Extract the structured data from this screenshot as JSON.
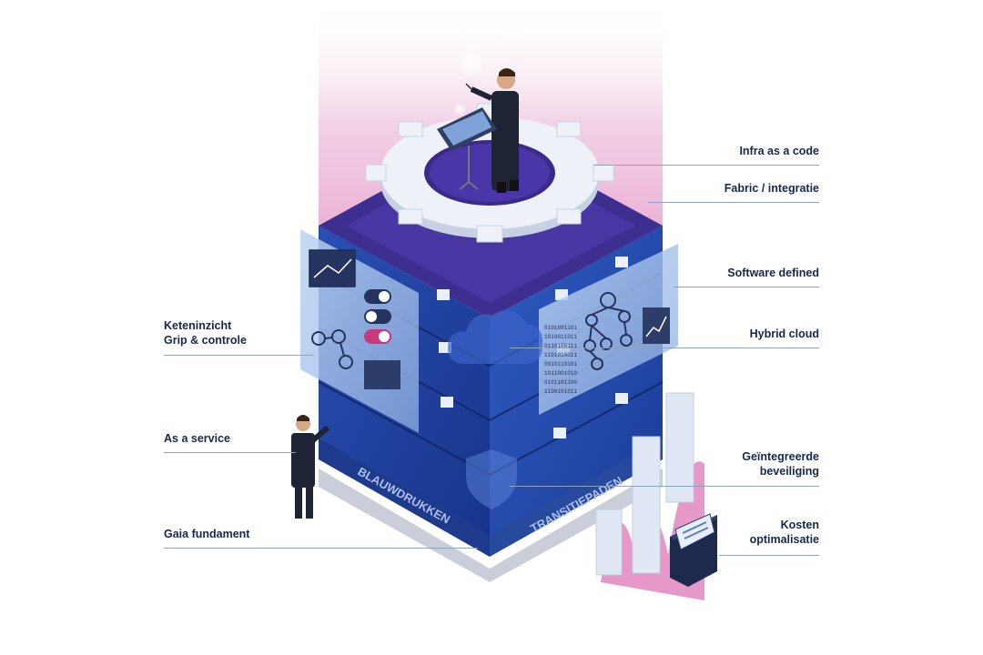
{
  "labels": {
    "infra_as_code": "Infra as a code",
    "fabric": "Fabric / integratie",
    "software_defined": "Software defined",
    "hybrid_cloud": "Hybrid cloud",
    "geintegreerde_line1": "Geïntegreerde",
    "geintegreerde_line2": "beveiliging",
    "kosten_line1": "Kosten",
    "kosten_line2": "optimalisatie",
    "ketenzicht_line1": "Keteninzicht",
    "ketenzicht_line2": "Grip & controle",
    "as_a_service": "As a service",
    "gaia": "Gaia fundament"
  },
  "base_text": {
    "left": "BLAUWDRUKKEN",
    "right": "TRANSITIEPADEN"
  },
  "colors": {
    "label_text": "#14294d",
    "leader_line": "#8fa3bf",
    "cube_blue": "#1f3f9a",
    "cube_dark": "#132a6b",
    "beam_pink": "#f3d3e6",
    "accent_pink": "#d8509a",
    "gear": "#eef2f8"
  }
}
